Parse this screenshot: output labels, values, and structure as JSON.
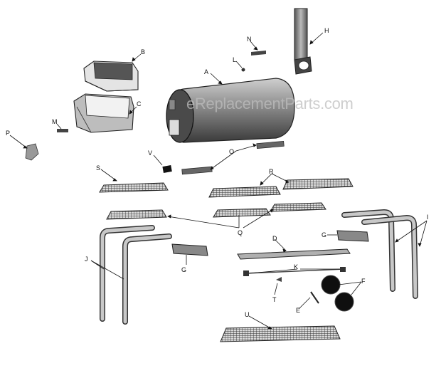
{
  "watermark": "eReplacementParts.com",
  "part_labels": {
    "A": "A",
    "B": "B",
    "C": "C",
    "D": "D",
    "E": "E",
    "F": "F",
    "G1": "G",
    "G2": "G",
    "H": "H",
    "I": "I",
    "J": "J",
    "K": "K",
    "L": "L",
    "M": "M",
    "N": "N",
    "O": "O",
    "P": "P",
    "Q": "Q",
    "R": "R",
    "S": "S",
    "T": "T",
    "U": "U",
    "V": "V"
  },
  "colors": {
    "ink": "#111111",
    "part_shade": "#777777",
    "dark_part": "#222222",
    "watermark": "#bebebe"
  }
}
